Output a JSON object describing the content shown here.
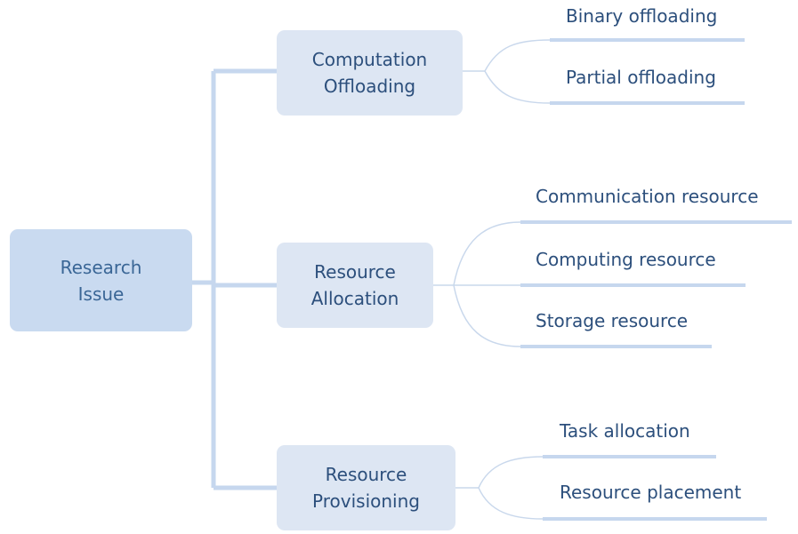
{
  "root": {
    "line1": "Research",
    "line2": "Issue"
  },
  "branches": [
    {
      "line1": "Computation",
      "line2": "Offloading",
      "leaves": [
        "Binary offloading",
        "Partial offloading"
      ]
    },
    {
      "line1": "Resource",
      "line2": "Allocation",
      "leaves": [
        "Communication resource",
        "Computing resource",
        "Storage resource"
      ]
    },
    {
      "line1": "Resource",
      "line2": "Provisioning",
      "leaves": [
        "Task allocation",
        "Resource placement"
      ]
    }
  ],
  "colors": {
    "root_fill": "#c9daf0",
    "branch_fill": "#dde6f3",
    "trunk_line": "#c6d7ee",
    "leaf_curve": "#c9d8ec",
    "leaf_underline": "#c6d7ee",
    "text": "#2c4f7c"
  }
}
